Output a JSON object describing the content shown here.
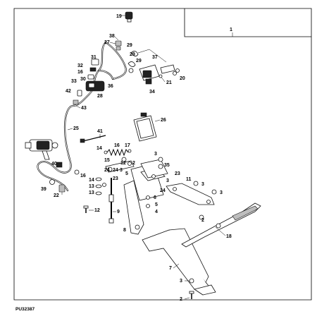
{
  "figure_id": "PU32387",
  "labels": [
    "1",
    "2",
    "3",
    "4",
    "5",
    "6",
    "7",
    "8",
    "9",
    "11",
    "12",
    "13",
    "14",
    "15",
    "16",
    "17",
    "18",
    "19",
    "20",
    "21",
    "22",
    "23",
    "24",
    "25",
    "26",
    "27",
    "28",
    "29",
    "30",
    "31",
    "32",
    "33",
    "34",
    "35",
    "36",
    "37",
    "38",
    "39",
    "40",
    "41",
    "42",
    "43"
  ]
}
